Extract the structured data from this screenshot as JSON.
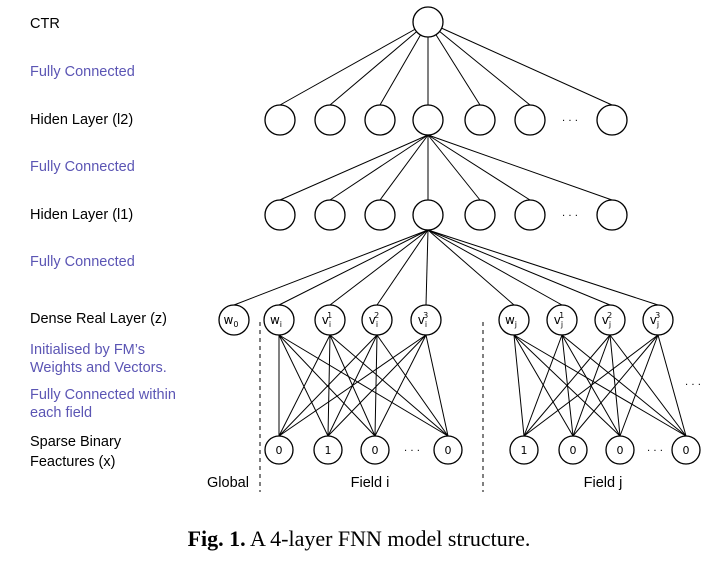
{
  "labels": {
    "ctr": "CTR",
    "fc1": "Fully Connected",
    "hidden2": "Hiden Layer (l2)",
    "fc2": "Fully Connected",
    "hidden1": "Hiden Layer (l1)",
    "fc3": "Fully Connected",
    "dense": "Dense Real Layer (z)",
    "init_line1": "Initialised by FM’s",
    "init_line2": "Weights and Vectors.",
    "fcw_line1": "Fully Connected within",
    "fcw_line2": "each field",
    "sparse_line1": "Sparse Binary",
    "sparse_line2": "Feactures (x)"
  },
  "sections": {
    "global": "Global",
    "field_i": "Field i",
    "field_j": "Field j"
  },
  "nodes": {
    "ellipsis": "· · ·",
    "w0": "w0",
    "field_i_dense": [
      "wi",
      "vi1",
      "vi2",
      "vi3"
    ],
    "field_j_dense": [
      "wj",
      "vj1",
      "vj2",
      "vj3"
    ],
    "field_i_sparse": [
      "0",
      "1",
      "0",
      "0"
    ],
    "field_j_sparse": [
      "1",
      "0",
      "0",
      "0"
    ]
  },
  "caption": {
    "prefix": "Fig. 1.",
    "text": "A 4-layer FNN model structure."
  },
  "colors": {
    "fully_connected": "#5b55b4",
    "line": "#000000"
  }
}
